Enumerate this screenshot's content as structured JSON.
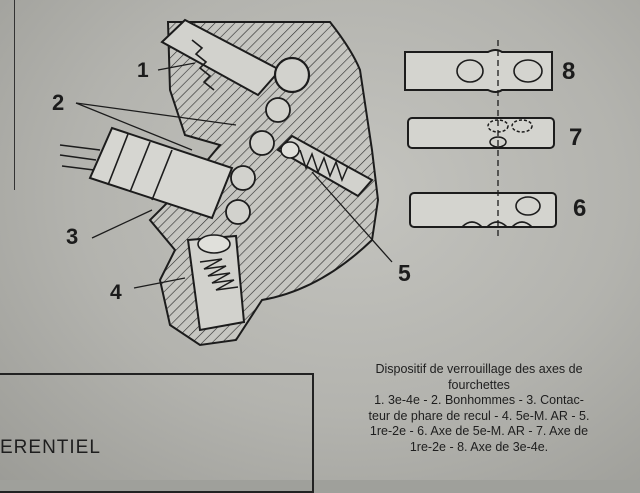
{
  "callouts": {
    "c1": "1",
    "c2": "2",
    "c3": "3",
    "c4": "4",
    "c5": "5",
    "c6": "6",
    "c7": "7",
    "c8": "8"
  },
  "caption": {
    "title_line1": "Dispositif de verrouillage des axes de",
    "title_line2": "fourchettes",
    "line1": "1. 3e-4e - 2. Bonhommes - 3. Contac-",
    "line2": "teur de phare de recul - 4. 5e-M. AR - 5.",
    "line3": "1re-2e - 6. Axe de 5e-M. AR - 7. Axe de",
    "line4": "1re-2e - 8. Axe de 3e-4e."
  },
  "frame": {
    "heading": "ERENTIEL"
  },
  "colors": {
    "ink": "#1c1c1c",
    "paper": "#b9b9b4"
  }
}
